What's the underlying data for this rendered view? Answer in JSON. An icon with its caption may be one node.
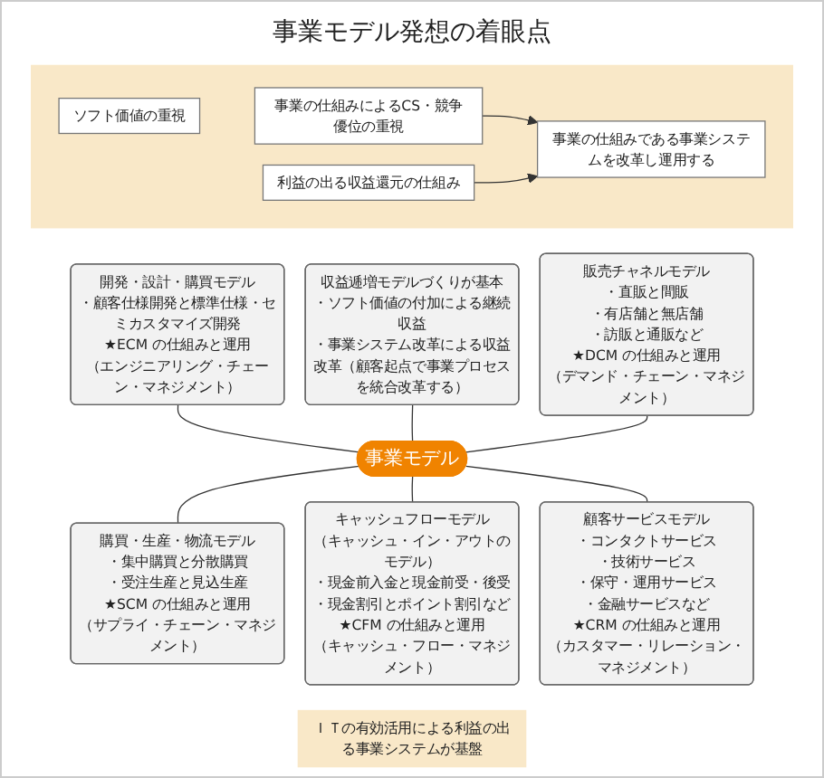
{
  "diagram": {
    "title": "事業モデル発想の着眼点",
    "nodes": [
      {
        "text": [],
        "shape": "box"
      },
      {
        "text": [
          "ソフト価値の重視"
        ],
        "in": 0
      },
      {
        "text": [
          "事業の仕組みによるCS・競争優位の重視"
        ],
        "in": 0
      },
      {
        "text": [
          "事業の仕組みである事業システムを改革し運用する"
        ],
        "in": 0
      },
      {
        "text": [
          "利益の出る収益還元の仕組み"
        ],
        "in": 0
      },
      {
        "text": [
          "事業モデル"
        ]
      },
      {
        "text": [
          "収益逓増モデルづくりが基本",
          "・ソフト価値の付加による継続収益",
          "・事業システム改革による収益改革（顧客起点で事業プロセスを統合改革する）"
        ]
      },
      {
        "text": [
          "開発・設計・購買モデル",
          "・顧客仕様開発と標準仕様・セミカスタマイズ開発",
          "★ECM の仕組みと運用",
          "（エンジニアリング・チェーン・マネジメント）"
        ]
      },
      {
        "text": [
          "販売チャネルモデル",
          "・直販と間販",
          "・有店舗と無店舗",
          "・訪販と通販など",
          "★DCM の仕組みと運用",
          "（デマンド・チェーン・マネジメント）"
        ]
      },
      {
        "text": [
          "購買・生産・物流モデル",
          "・集中購買と分散購買",
          "・受注生産と見込生産",
          "★SCM の仕組みと運用",
          "（サプライ・チェーン・マネジメント）"
        ]
      },
      {
        "text": [
          "キャッシュフローモデル",
          "（キャッシュ・イン・アウトのモデル）",
          "・現金前入金と現金前受・後受",
          "・現金割引とポイント割引など",
          "★CFM の仕組みと運用",
          "（キャッシュ・フロー・マネジメント）"
        ]
      },
      {
        "text": [
          "顧客サービスモデル",
          "・コンタクトサービス",
          "・技術サービス",
          "・保守・運用サービス",
          "・金融サービスなど",
          "★CRM の仕組みと運用",
          "（カスタマー・リレーション・マネジメント）"
        ]
      },
      {
        "text": [
          "ＩＴの有効活用による利益の出る事業システムが基盤"
        ]
      }
    ],
    "edges": [
      {
        "from": 2,
        "to": 3,
        "arrow": "to"
      },
      {
        "from": 4,
        "to": 3,
        "arrow": "to"
      },
      {
        "from": 7,
        "to": 5,
        "arrow": "none"
      },
      {
        "from": 6,
        "to": 5,
        "arrow": "none"
      },
      {
        "from": 8,
        "to": 5,
        "arrow": "none"
      },
      {
        "from": 5,
        "to": 9,
        "arrow": "none"
      },
      {
        "from": 5,
        "to": 10,
        "arrow": "none"
      },
      {
        "from": 5,
        "to": 11,
        "arrow": "none"
      }
    ]
  }
}
